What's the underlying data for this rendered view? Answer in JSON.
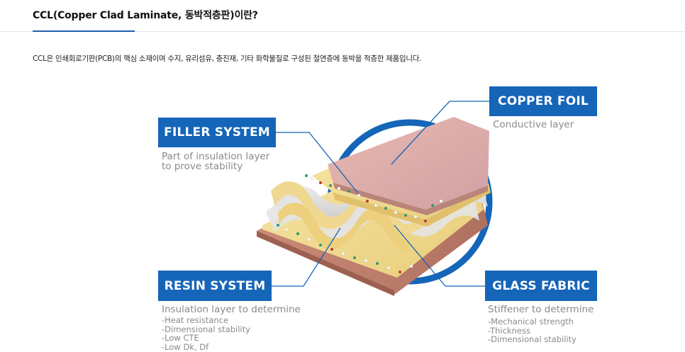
{
  "header": {
    "title": "CCL(Copper Clad Laminate, 동박적층판)이란?"
  },
  "intro": {
    "text": "CCL은 인쇄회로기판(PCB)의 핵심 소재이며 수지, 유리섬유, 충진재, 기타 화학물질로 구성된 절연층에 동박을 적층한 제품입니다."
  },
  "diagram": {
    "copper_foil": {
      "title": "COPPER FOIL",
      "desc": "Conductive layer"
    },
    "filler_system": {
      "title": "FILLER SYSTEM",
      "desc_line1": "Part of insulation layer",
      "desc_line2": "to prove stability"
    },
    "resin_system": {
      "title": "RESIN SYSTEM",
      "desc": "Insulation layer to determine",
      "items": [
        "-Heat resistance",
        "-Dimensional stability",
        "-Low CTE",
        "-Low Dk, Df"
      ]
    },
    "glass_fabric": {
      "title": "GLASS FABRIC",
      "desc": "Stiffener to determine",
      "items": [
        "-Mechanical strength",
        "-Thickness",
        "-Dimensional stability"
      ]
    },
    "colors": {
      "accent_blue": "#1565b8",
      "copper": "#d9a39a",
      "resin": "#f2dd92",
      "glass": "#dcdcdc"
    }
  }
}
